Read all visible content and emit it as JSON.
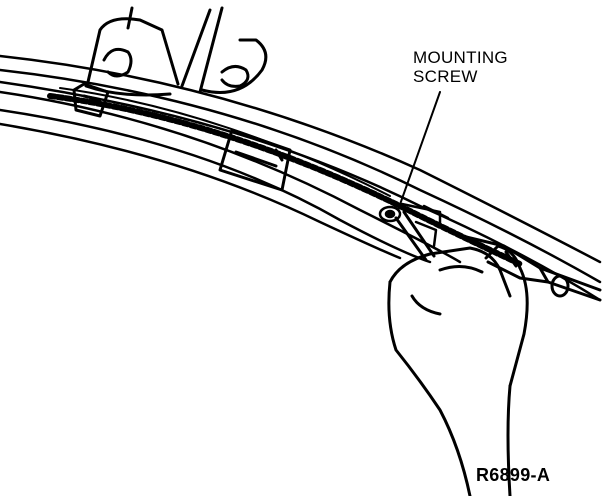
{
  "diagram": {
    "callout": {
      "line1": "MOUNTING",
      "line2": "SCREW"
    },
    "figure_id": "R6899-A"
  },
  "colors": {
    "ink": "#000000",
    "paper": "#ffffff"
  },
  "icons": {
    "screwdriver": "screwdriver-icon",
    "hand": "hand-icon"
  }
}
